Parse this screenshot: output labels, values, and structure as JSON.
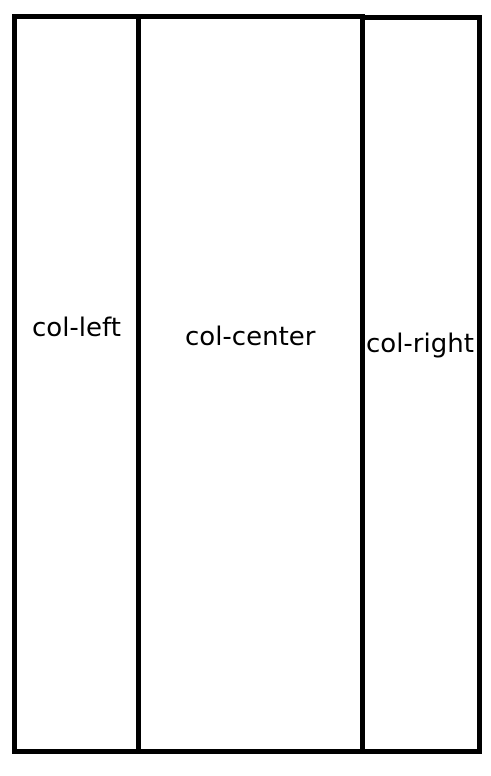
{
  "columns": [
    {
      "label": "col-left"
    },
    {
      "label": "col-center"
    },
    {
      "label": "col-right"
    }
  ],
  "colors": {
    "border": "#000000",
    "background": "#ffffff",
    "text": "#000000"
  }
}
